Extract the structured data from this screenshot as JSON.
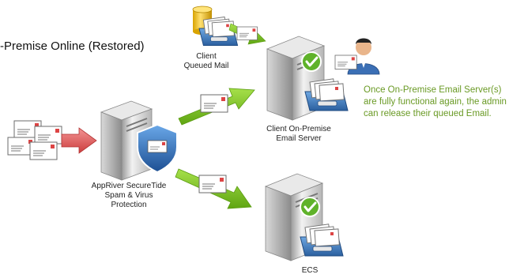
{
  "title": "-Premise Online (Restored)",
  "labels": {
    "client_queued_mail": "Client\nQueued Mail",
    "client_server": "Client On-Premise\nEmail Server",
    "appriver": "AppRiver SecureTide\nSpam & Virus\nProtection",
    "ecs": "ECS"
  },
  "note": "Once On-Premise Email Server(s) are fully functional again, the admin can release their queued Email.",
  "colors": {
    "green_arrow": "#7cc21f",
    "red_arrow": "#e05a5a",
    "note_text": "#6a9a25",
    "check": "#5fb22a",
    "shield": "#3a78c2"
  },
  "icons": [
    "envelope-icon",
    "server-icon",
    "shield-icon",
    "check-icon",
    "mail-tray-icon",
    "admin-user-icon",
    "database-icon"
  ]
}
